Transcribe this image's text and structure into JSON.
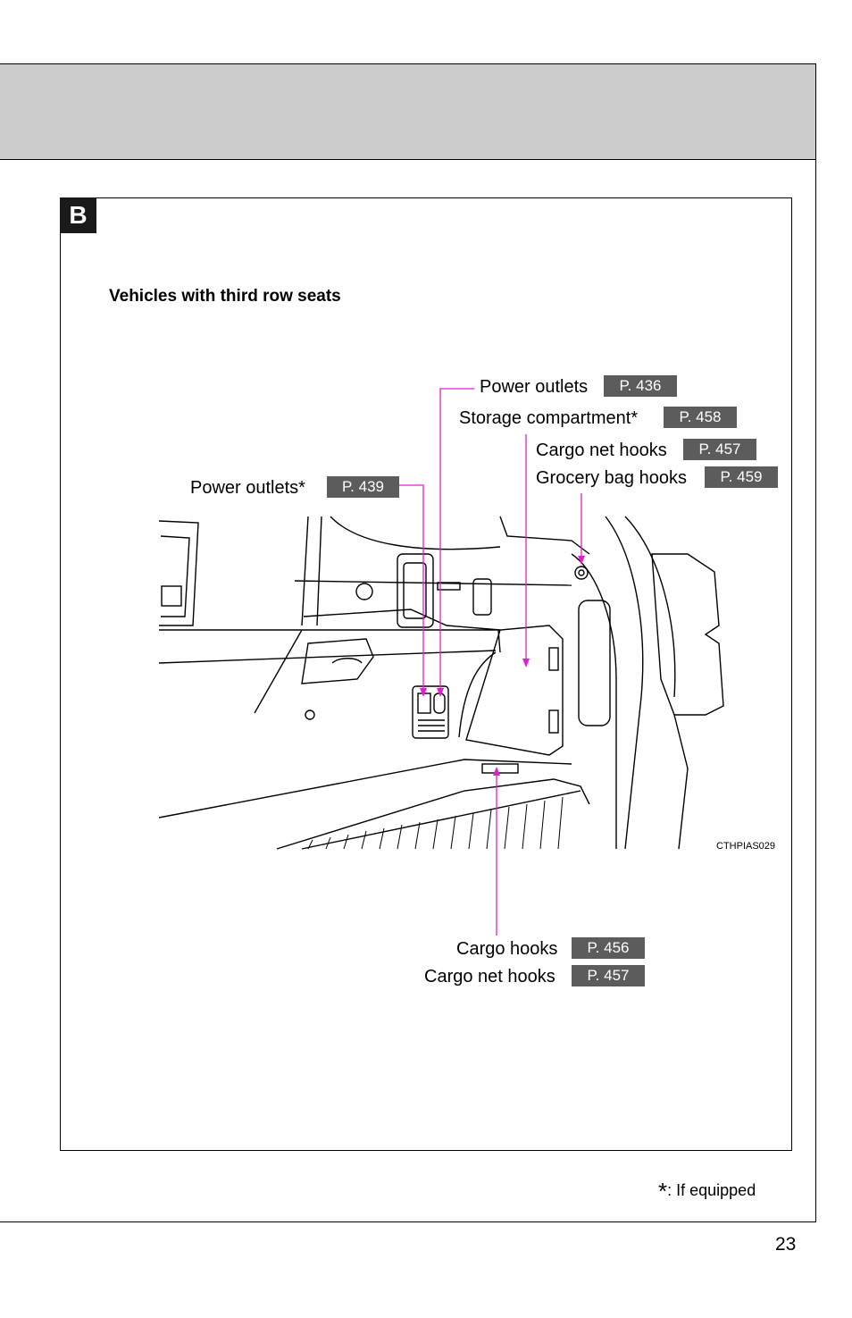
{
  "section_badge": "B",
  "subtitle": "Vehicles with third row seats",
  "callouts": {
    "power_outlets_top": {
      "label": "Power outlets",
      "page_ref": "P. 436"
    },
    "storage_compartment": {
      "label": "Storage compartment",
      "asterisk": "*",
      "page_ref": "P. 458"
    },
    "cargo_net_hooks_top": {
      "label": "Cargo net hooks",
      "page_ref": "P. 457"
    },
    "grocery_bag_hooks": {
      "label": "Grocery bag hooks",
      "page_ref": "P. 459"
    },
    "power_outlets_left": {
      "label": "Power outlets",
      "asterisk": "*",
      "page_ref": "P. 439"
    },
    "cargo_hooks": {
      "label": "Cargo hooks",
      "page_ref": "P. 456"
    },
    "cargo_net_hooks_bottom": {
      "label": "Cargo net hooks",
      "page_ref": "P. 457"
    }
  },
  "illustration_code": "CTHPIAS029",
  "footnote": {
    "symbol": "*",
    "text": ": If equipped"
  },
  "page_number": "23",
  "colors": {
    "leader_line": "#e020d0",
    "page_ref_bg": "#5c5c5c",
    "header_band": "#cccccc"
  }
}
